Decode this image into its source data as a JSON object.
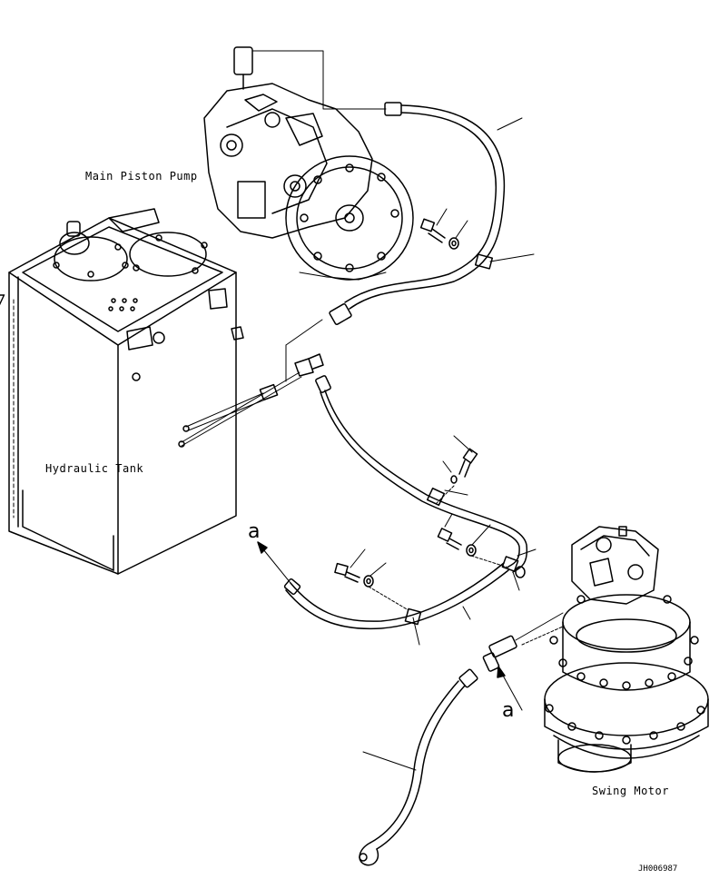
{
  "labels": {
    "main_pump": "Main Piston Pump",
    "hydraulic_tank": "Hydraulic Tank",
    "swing_motor": "Swing Motor"
  },
  "callouts": {
    "a_left": "a",
    "a_right": "a"
  },
  "drawing_id": "JH006987"
}
